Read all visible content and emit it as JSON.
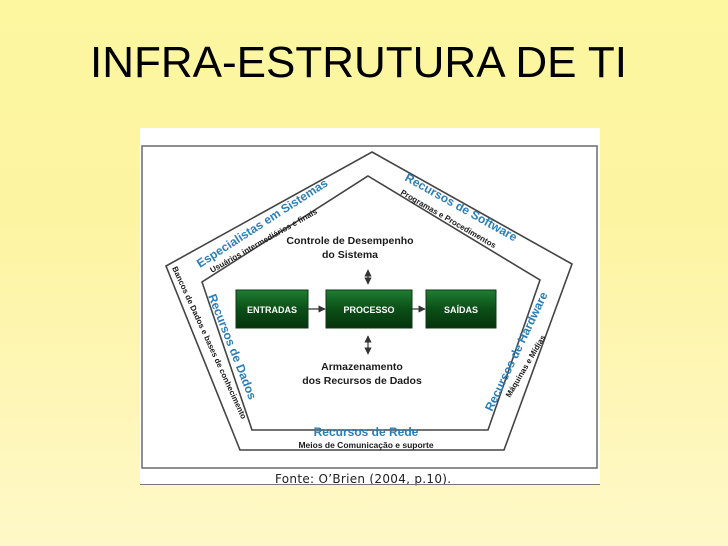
{
  "slide": {
    "title": "INFRA-ESTRUTURA DE TI",
    "source": "Fonte: O’Brien (2004, p.10)."
  },
  "diagram": {
    "outer_sections": [
      {
        "name": "Especialistas em Sistemas",
        "detail": "Usuários intermediários e finais"
      },
      {
        "name": "Recursos de Software",
        "detail": "Programas e Procedimentos"
      },
      {
        "name": "Recursos de Hardware",
        "detail": "Máquinas e Mídias"
      },
      {
        "name": "Recursos de Rede",
        "detail": "Meios de Comunicação e suporte"
      },
      {
        "name": "Recursos de Dados",
        "detail": "Bancos de Dados e bases de conhecimento"
      }
    ],
    "inner": {
      "control": [
        "Controle de Desempenho",
        "do Sistema"
      ],
      "storage": [
        "Armazenamento",
        "dos Recursos de Dados"
      ],
      "boxes": [
        "ENTRADAS",
        "PROCESSO",
        "SAÍDAS"
      ]
    }
  },
  "colors": {
    "section_title": "#2a7fb8",
    "box_fill": "#0b5a1e"
  }
}
